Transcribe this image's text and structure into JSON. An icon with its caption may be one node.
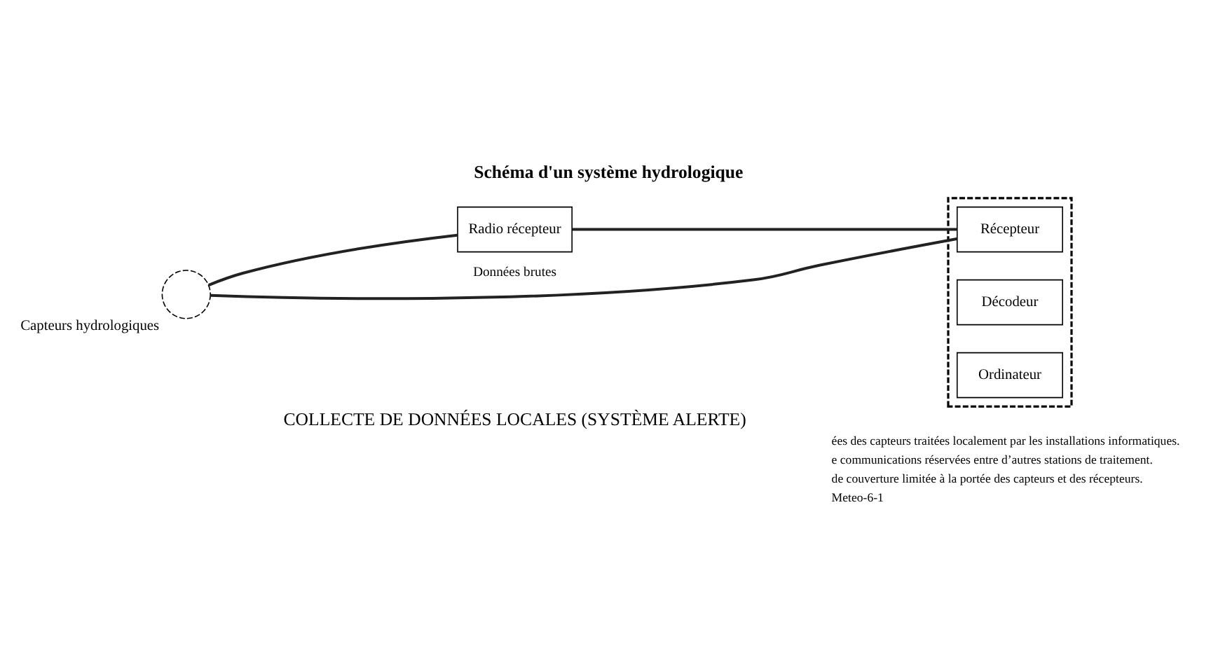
{
  "diagram": {
    "title": "Schéma d'un système hydrologique",
    "nodes": [
      {
        "text": [],
        "shape": "circle",
        "beside": [
          "Capteurs hydrologiques"
        ]
      },
      {
        "text": [
          "Radio récepteur"
        ]
      },
      {
        "text": [],
        "shape": "box"
      },
      {
        "text": [
          "Récepteur"
        ],
        "in": 2
      },
      {
        "text": [
          "Décodeur"
        ],
        "in": 2
      },
      {
        "text": [
          "Ordinateur"
        ],
        "in": 2
      }
    ],
    "edges": [
      {
        "from": 0,
        "to": 1,
        "arrow": "none"
      },
      {
        "from": 1,
        "to": 3,
        "arrow": "none"
      },
      {
        "from": 0,
        "to": 3,
        "arrow": "none",
        "label": "Données brutes"
      }
    ],
    "labels": [
      "COLLECTE DE DONNÉES LOCALES (SYSTÈME ALERTE)",
      "ées des capteurs traitées localement par les installations informatiques.",
      "e communications réservées entre d’autres stations de traitement.",
      "de couverture limitée à la portée des capteurs et des récepteurs.",
      "Meteo-6-1"
    ]
  }
}
